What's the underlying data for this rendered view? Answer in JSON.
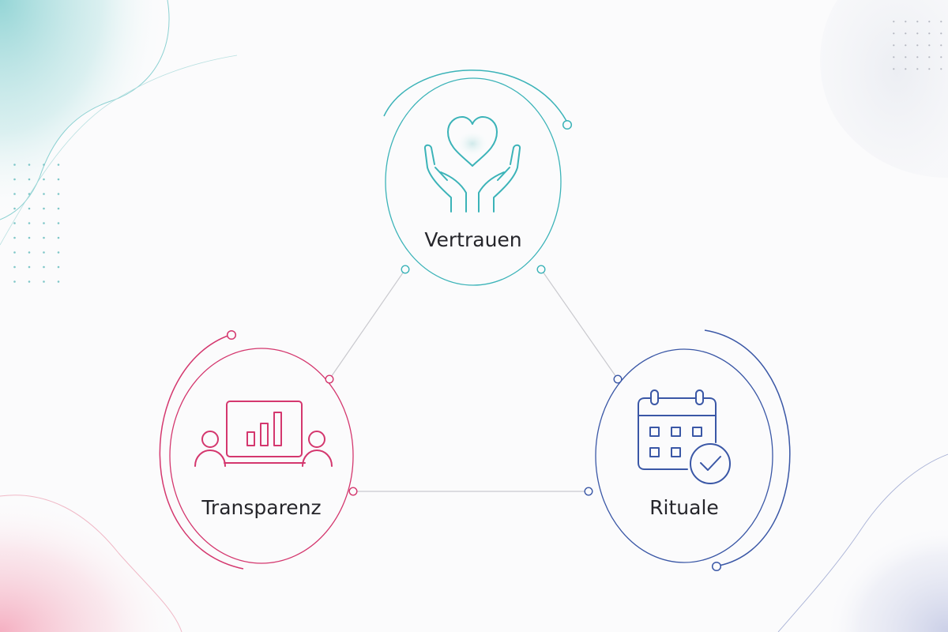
{
  "diagram": {
    "nodes": [
      {
        "id": "vertrauen",
        "label": "Vertrauen",
        "icon": "heart-in-hands-icon",
        "color": "#3bb3b8"
      },
      {
        "id": "transparenz",
        "label": "Transparenz",
        "icon": "team-presentation-chart-icon",
        "color": "#d4376e"
      },
      {
        "id": "rituale",
        "label": "Rituale",
        "icon": "calendar-check-icon",
        "color": "#3a57a6"
      }
    ],
    "edges": [
      {
        "from": "vertrauen",
        "to": "transparenz"
      },
      {
        "from": "vertrauen",
        "to": "rituale"
      },
      {
        "from": "transparenz",
        "to": "rituale"
      }
    ],
    "colors": {
      "background": "#fbfbfc",
      "connector": "#c9c9ce",
      "teal": "#3bb3b8",
      "pink": "#d4376e",
      "blue": "#3a57a6"
    }
  }
}
